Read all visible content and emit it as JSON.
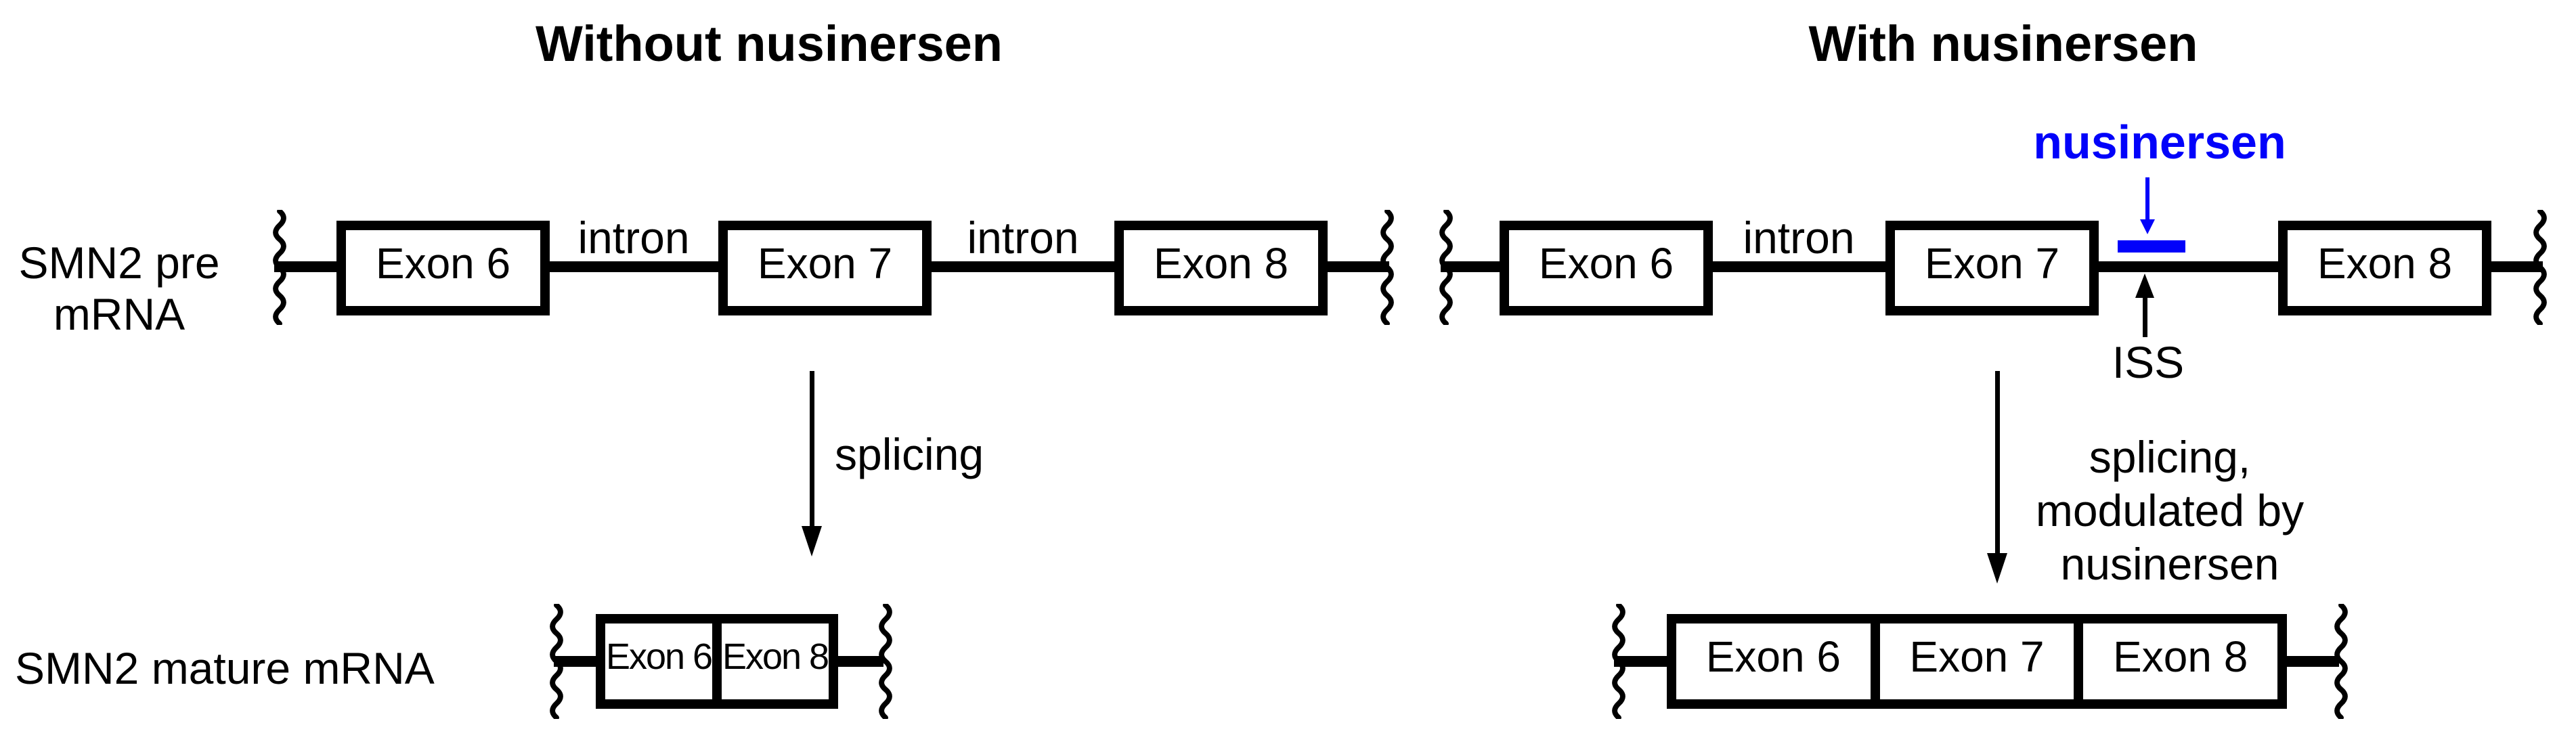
{
  "diagram": {
    "left": {
      "title": "Without nusinersen",
      "pre_mrna_label": [
        "SMN2 pre",
        "mRNA"
      ],
      "pre_exons": [
        "Exon 6",
        "Exon 7",
        "Exon 8"
      ],
      "introns": [
        "intron",
        "intron"
      ],
      "process_label": "splicing",
      "mature_label": "SMN2 mature mRNA",
      "mature_exons": [
        "Exon 6",
        "Exon 8"
      ]
    },
    "right": {
      "title": "With nusinersen",
      "drug_label": "nusinersen",
      "pre_exons": [
        "Exon 6",
        "Exon 7",
        "Exon 8"
      ],
      "introns": [
        "intron"
      ],
      "iss_label": "ISS",
      "process_label": [
        "splicing,",
        "modulated by",
        "nusinersen"
      ],
      "mature_exons": [
        "Exon 6",
        "Exon 7",
        "Exon 8"
      ]
    },
    "colors": {
      "ink": "#000000",
      "accent_blue": "#0202FA",
      "background": "#FFFFFF"
    }
  }
}
